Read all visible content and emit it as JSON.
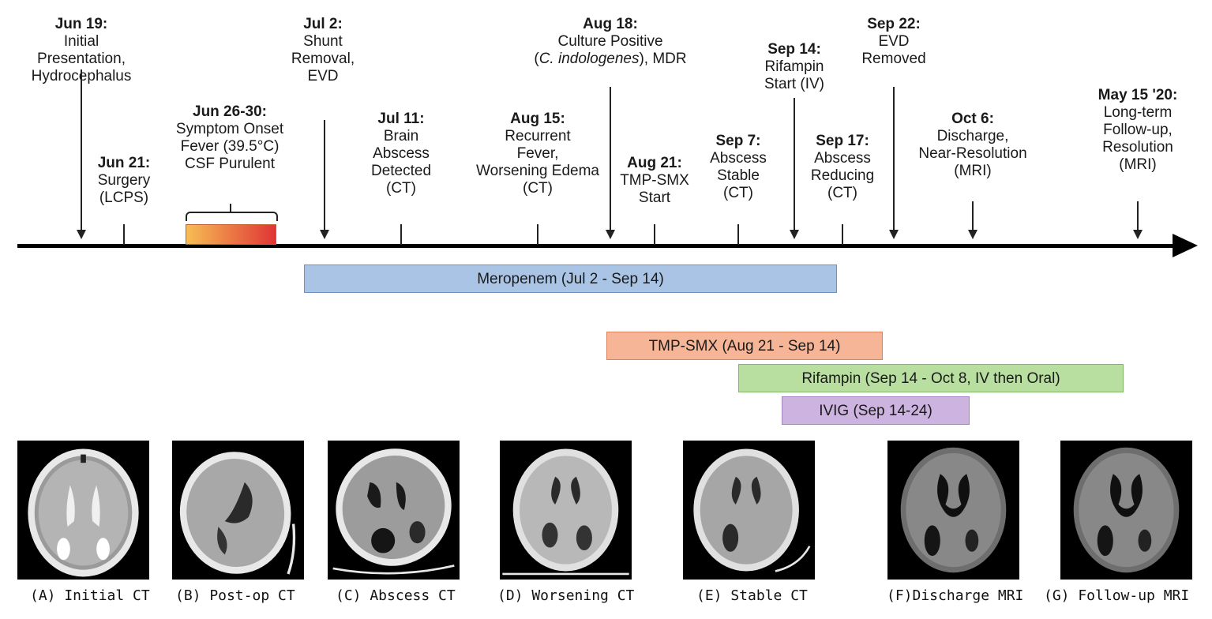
{
  "events": [
    {
      "date": "Jun 19:",
      "lines": [
        "Initial",
        "Presentation,",
        "Hydrocephalus"
      ]
    },
    {
      "date": "Jun 21:",
      "lines": [
        "Surgery",
        "(LCPS)"
      ]
    },
    {
      "date": "Jun 26-30:",
      "lines": [
        "Symptom Onset",
        "Fever (39.5°C)",
        "CSF Purulent"
      ]
    },
    {
      "date": "Jul 2:",
      "lines": [
        "Shunt",
        "Removal,",
        "EVD"
      ]
    },
    {
      "date": "Jul 11:",
      "lines": [
        "Brain",
        "Abscess",
        "Detected",
        "(CT)"
      ]
    },
    {
      "date": "Aug 15:",
      "lines": [
        "Recurrent",
        "Fever,",
        "Worsening Edema",
        "(CT)"
      ]
    },
    {
      "date": "Aug 18:",
      "lines": [
        "Culture Positive"
      ],
      "organism": "C. indologenes",
      "organism_suffix": ", MDR"
    },
    {
      "date": "Aug 21:",
      "lines": [
        "TMP-SMX",
        "Start"
      ]
    },
    {
      "date": "Sep 7:",
      "lines": [
        "Abscess",
        "Stable",
        "(CT)"
      ]
    },
    {
      "date": "Sep 14:",
      "lines": [
        "Rifampin",
        "Start (IV)"
      ]
    },
    {
      "date": "Sep 17:",
      "lines": [
        "Abscess",
        "Reducing",
        "(CT)"
      ]
    },
    {
      "date": "Sep 22:",
      "lines": [
        "EVD",
        "Removed"
      ]
    },
    {
      "date": "Oct 6:",
      "lines": [
        "Discharge,",
        "Near-Resolution",
        "(MRI)"
      ]
    },
    {
      "date": "May 15 '20:",
      "lines": [
        "Long-term",
        "Follow-up,",
        "Resolution",
        "(MRI)"
      ]
    }
  ],
  "treatments": [
    {
      "label": "Meropenem (Jul 2 - Sep 14)",
      "color": "#a9c4e4",
      "border": "#6f93bf"
    },
    {
      "label": "TMP-SMX (Aug 21 - Sep 14)",
      "color": "#f6b596",
      "border": "#d9835f"
    },
    {
      "label": "Rifampin (Sep 14 - Oct 8, IV then Oral)",
      "color": "#b8dea0",
      "border": "#83b868"
    },
    {
      "label": "IVIG (Sep 14-24)",
      "color": "#cdb3e0",
      "border": "#a284c0"
    }
  ],
  "onset_colors": [
    "#f7bd55",
    "#e03535"
  ],
  "scans": [
    {
      "caption": "(A) Initial CT",
      "modality": "CT"
    },
    {
      "caption": "(B) Post-op CT",
      "modality": "CT"
    },
    {
      "caption": "(C) Abscess CT",
      "modality": "CT"
    },
    {
      "caption": "(D) Worsening CT",
      "modality": "CT"
    },
    {
      "caption": "(E) Stable CT",
      "modality": "CT"
    },
    {
      "caption": "(F)Discharge MRI",
      "modality": "MRI"
    },
    {
      "caption": "(G) Follow-up MRI",
      "modality": "MRI"
    }
  ]
}
